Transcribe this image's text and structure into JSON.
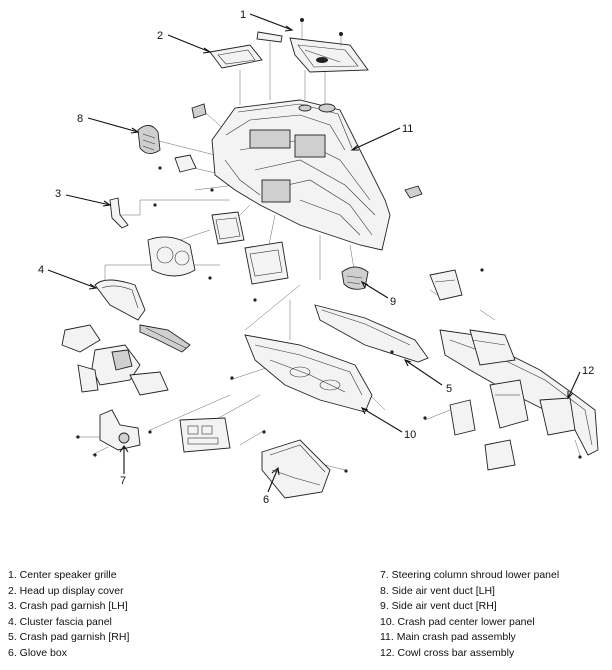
{
  "callouts": [
    "1",
    "2",
    "3",
    "4",
    "5",
    "6",
    "7",
    "8",
    "9",
    "10",
    "11",
    "12"
  ],
  "legend": {
    "left": [
      "1. Center speaker grille",
      "2. Head up display cover",
      "3. Crash pad garnish [LH]",
      "4. Cluster fascia panel",
      "5. Crash pad garnish [RH]",
      "6. Glove box"
    ],
    "right": [
      "7. Steering column shroud lower panel",
      "8. Side air vent duct [LH]",
      "9. Side air vent duct [RH]",
      "10. Crash pad center lower panel",
      "11. Main crash pad assembly",
      "12. Cowl cross bar assembly"
    ]
  }
}
